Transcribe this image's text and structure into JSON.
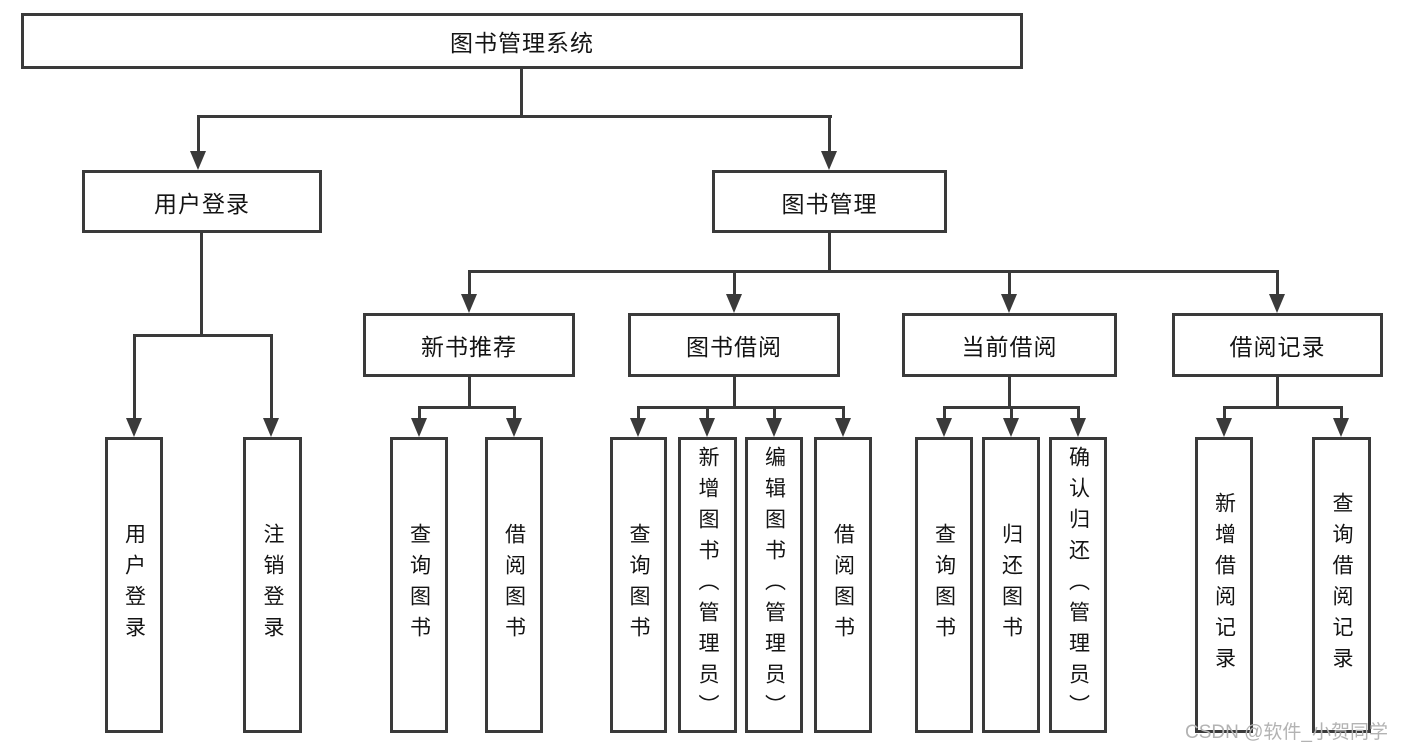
{
  "diagram": {
    "title_node": {
      "label": "图书管理系统"
    },
    "level2": [
      {
        "label": "用户登录"
      },
      {
        "label": "图书管理"
      }
    ],
    "level3": [
      {
        "label": "新书推荐"
      },
      {
        "label": "图书借阅"
      },
      {
        "label": "当前借阅"
      },
      {
        "label": "借阅记录"
      }
    ],
    "leaves": [
      {
        "label": "用户登录",
        "parent": "用户登录"
      },
      {
        "label": "注销登录",
        "parent": "用户登录"
      },
      {
        "label": "查询图书",
        "parent": "新书推荐"
      },
      {
        "label": "借阅图书",
        "parent": "新书推荐"
      },
      {
        "label": "查询图书",
        "parent": "图书借阅"
      },
      {
        "label": "新增图书（管理员）",
        "parent": "图书借阅"
      },
      {
        "label": "编辑图书（管理员）",
        "parent": "图书借阅"
      },
      {
        "label": "借阅图书",
        "parent": "图书借阅"
      },
      {
        "label": "查询图书",
        "parent": "当前借阅"
      },
      {
        "label": "归还图书",
        "parent": "当前借阅"
      },
      {
        "label": "确认归还（管理员）",
        "parent": "当前借阅"
      },
      {
        "label": "新增借阅记录",
        "parent": "借阅记录"
      },
      {
        "label": "查询借阅记录",
        "parent": "借阅记录"
      }
    ],
    "watermark": "CSDN @软件_小贺同学",
    "colors": {
      "line": "#3a3a3a",
      "text": "#141414",
      "background": "#ffffff",
      "watermark": "#b3b3b3"
    }
  }
}
